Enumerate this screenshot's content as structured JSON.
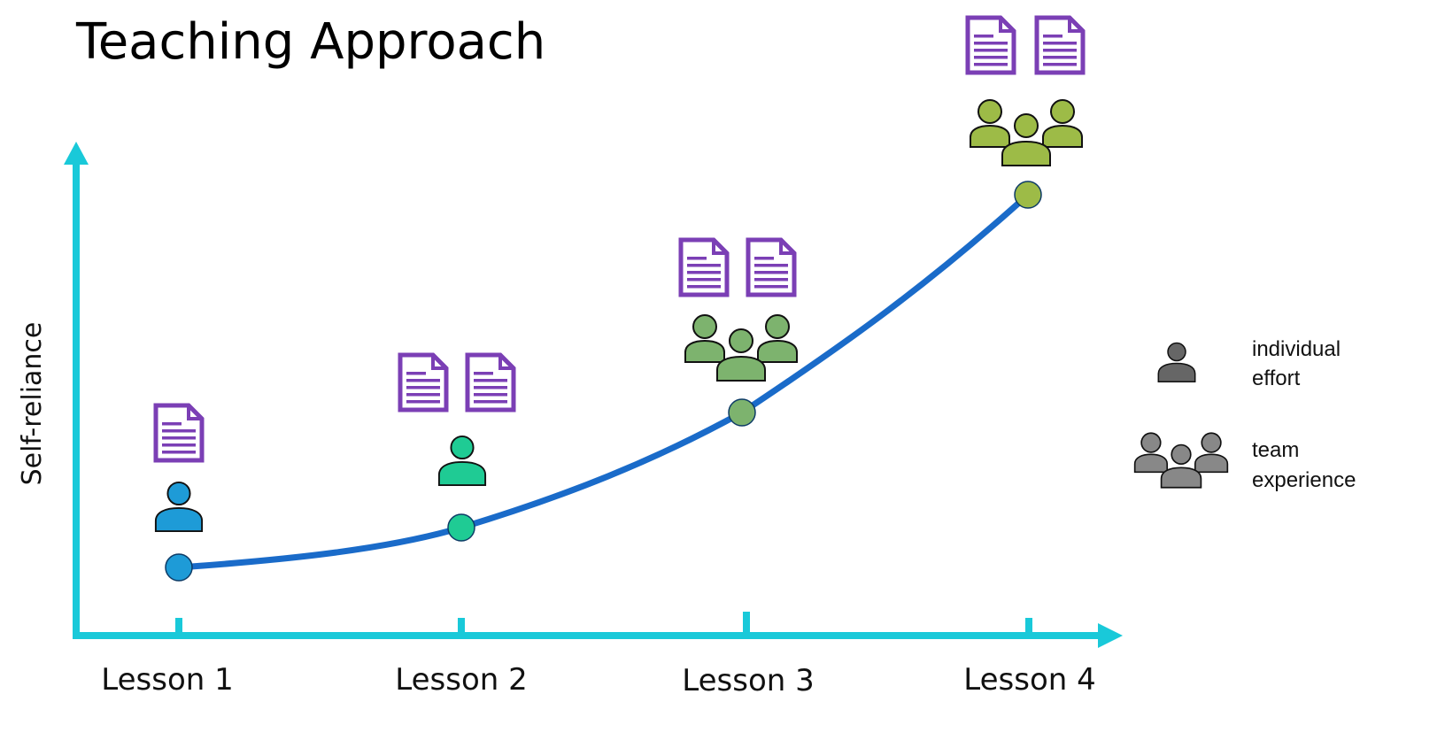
{
  "title": "Teaching Approach",
  "y_axis_label": "Self-reliance",
  "colors": {
    "axis": "#19C9D9",
    "curve": "#1A6BC9",
    "document": "#7B3FB5",
    "outline": "#111111"
  },
  "lessons": [
    {
      "label": "Lesson 1",
      "documents": 1,
      "group": "individual",
      "color": "#1E9BD7",
      "level": 1
    },
    {
      "label": "Lesson 2",
      "documents": 2,
      "group": "individual",
      "color": "#1FCB94",
      "level": 2
    },
    {
      "label": "Lesson 3",
      "documents": 2,
      "group": "team",
      "color": "#7DB36E",
      "level": 3
    },
    {
      "label": "Lesson 4",
      "documents": 2,
      "group": "team",
      "color": "#9DBB47",
      "level": 4
    }
  ],
  "legend": [
    {
      "icon": "single-person-icon",
      "line1": "individual",
      "line2": "effort",
      "color": "#666666"
    },
    {
      "icon": "team-group-icon",
      "line1": "team",
      "line2": "experience",
      "color": "#888888"
    }
  ]
}
